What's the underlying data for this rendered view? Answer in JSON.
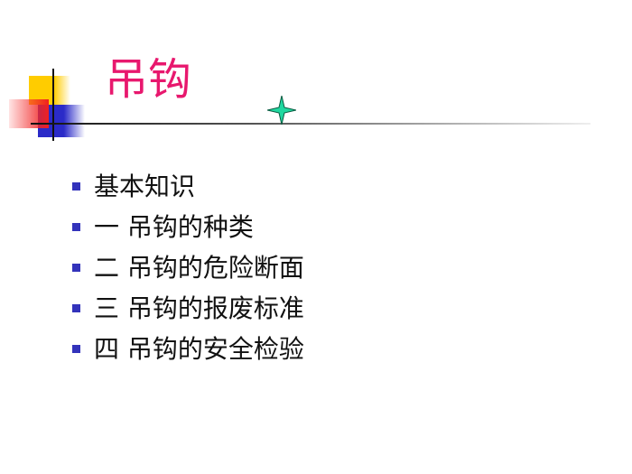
{
  "slide": {
    "title": "吊钩",
    "bullets": [
      {
        "label": "基本知识"
      },
      {
        "label": "一 吊钩的种类"
      },
      {
        "label": "二 吊钩的危险断面"
      },
      {
        "label": "三 吊钩的报废标准"
      },
      {
        "label": "四 吊钩的安全检验"
      }
    ],
    "colors": {
      "title": "#e8186e",
      "bullet": "#3333bb",
      "star": "#20d8a0"
    }
  }
}
